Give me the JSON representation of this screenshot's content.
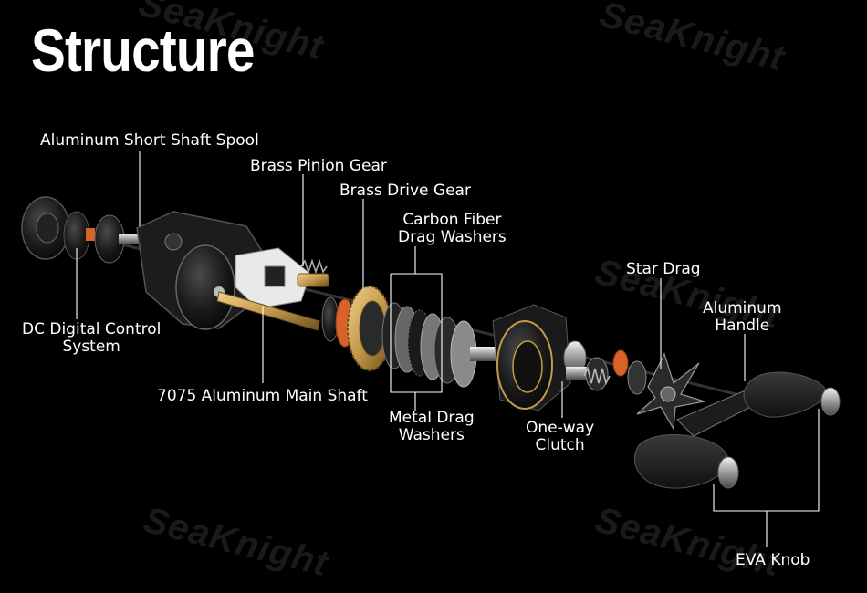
{
  "title": "Structure",
  "watermark": "SeaKnight",
  "colors": {
    "background": "#000000",
    "text": "#ffffff",
    "brass": "#c49a4a",
    "copper": "#d9622a",
    "reel_body": "#1c1c1c"
  },
  "labels": {
    "spool": "Aluminum Short Shaft Spool",
    "pinion": "Brass Pinion Gear",
    "drive": "Brass Drive Gear",
    "carbon_line1": "Carbon Fiber",
    "carbon_line2": "Drag Washers",
    "star": "Star Drag",
    "handle_line1": "Aluminum",
    "handle_line2": "Handle",
    "dc_line1": "DC Digital Control",
    "dc_line2": "System",
    "shaft": "7075 Aluminum Main Shaft",
    "metal_line1": "Metal Drag",
    "metal_line2": "Washers",
    "clutch_line1": "One-way",
    "clutch_line2": "Clutch",
    "eva": "EVA Knob"
  }
}
